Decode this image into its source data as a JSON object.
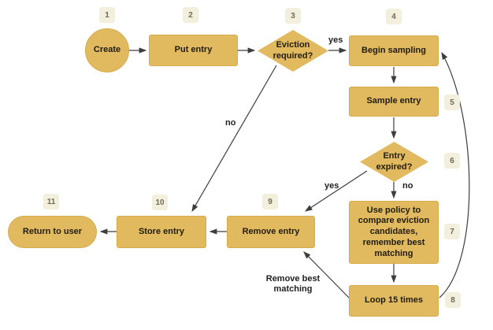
{
  "diagram": {
    "type": "flowchart",
    "nodes": {
      "create": {
        "step": "1",
        "label": "Create",
        "shape": "circle"
      },
      "put_entry": {
        "step": "2",
        "label": "Put entry",
        "shape": "rect"
      },
      "eviction_required": {
        "step": "3",
        "label": "Eviction required?",
        "shape": "diamond"
      },
      "begin_sampling": {
        "step": "4",
        "label": "Begin sampling",
        "shape": "rect"
      },
      "sample_entry": {
        "step": "5",
        "label": "Sample entry",
        "shape": "rect"
      },
      "entry_expired": {
        "step": "6",
        "label": "Entry expired?",
        "shape": "diamond"
      },
      "use_policy": {
        "step": "7",
        "label": "Use policy to compare eviction candidates, remember best matching",
        "shape": "rect"
      },
      "loop_15_times": {
        "step": "8",
        "label": "Loop 15 times",
        "shape": "rect"
      },
      "remove_entry": {
        "step": "9",
        "label": "Remove entry",
        "shape": "rect"
      },
      "store_entry": {
        "step": "10",
        "label": "Store entry",
        "shape": "rect"
      },
      "return_to_user": {
        "step": "11",
        "label": "Return to user",
        "shape": "stadium"
      }
    },
    "edge_labels": {
      "eviction_yes": "yes",
      "eviction_no": "no",
      "expired_yes": "yes",
      "expired_no": "no",
      "loop_to_remove": "Remove best matching"
    },
    "edges": [
      "Create -> Put entry",
      "Put entry -> Eviction required?",
      "Eviction required? -yes-> Begin sampling",
      "Eviction required? -no-> Store entry",
      "Begin sampling -> Sample entry",
      "Sample entry -> Entry expired?",
      "Entry expired? -no-> Use policy to compare eviction candidates, remember best matching",
      "Entry expired? -yes-> Remove entry",
      "Use policy -> Loop 15 times",
      "Loop 15 times -> Begin sampling",
      "Loop 15 times -Remove best matching-> Remove entry",
      "Remove entry -> Store entry",
      "Store entry -> Return to user"
    ],
    "colors": {
      "node_fill": "#e1ba60",
      "node_border": "#d5ab4e",
      "badge_fill": "#f2efdc",
      "badge_text": "#6e6a5c",
      "edge_stroke": "#3d3d3d",
      "node_text": "#211c10",
      "background": "#ffffff"
    }
  }
}
